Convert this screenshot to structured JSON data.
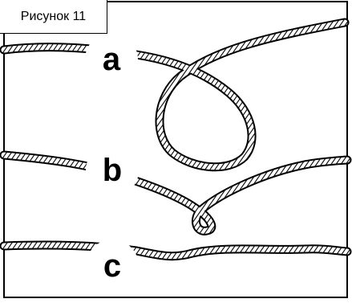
{
  "figure": {
    "caption": "Рисунок 11",
    "labels": {
      "a": "a",
      "b": "b",
      "c": "c"
    }
  },
  "style": {
    "rope_color": "#000000",
    "frame_color": "#000000"
  }
}
